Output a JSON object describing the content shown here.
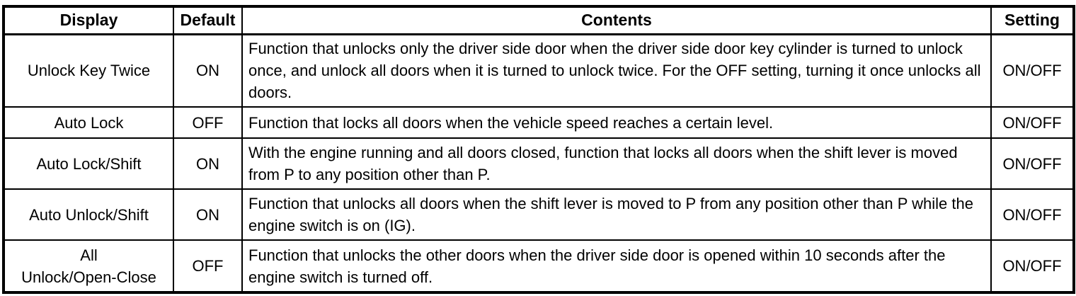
{
  "table": {
    "headers": {
      "display": "Display",
      "default": "Default",
      "contents": "Contents",
      "setting": "Setting"
    },
    "rows": [
      {
        "display": "Unlock Key Twice",
        "default": "ON",
        "contents": "Function that unlocks only the driver side door when the driver side door key cylinder is turned to unlock once, and unlock all doors when it is turned to unlock twice. For the OFF setting, turning it once unlocks all doors.",
        "setting": "ON/OFF"
      },
      {
        "display": "Auto Lock",
        "default": "OFF",
        "contents": "Function that locks all doors when the vehicle speed reaches a certain level.",
        "setting": "ON/OFF"
      },
      {
        "display": "Auto Lock/Shift",
        "default": "ON",
        "contents": "With the engine running and all doors closed, function that locks all doors when the shift lever is moved from P to any position other than P.",
        "setting": "ON/OFF"
      },
      {
        "display": "Auto Unlock/Shift",
        "default": "ON",
        "contents": "Function that unlocks all doors when the shift lever is moved to P from any position other than P while the engine switch is on (IG).",
        "setting": "ON/OFF"
      },
      {
        "display": "All\nUnlock/Open-Close",
        "default": "OFF",
        "contents": "Function that unlocks the other doors when the driver side door is opened within 10 seconds after the engine switch is turned off.",
        "setting": "ON/OFF"
      }
    ],
    "colors": {
      "border": "#000000",
      "text": "#000000",
      "background": "#ffffff"
    }
  }
}
